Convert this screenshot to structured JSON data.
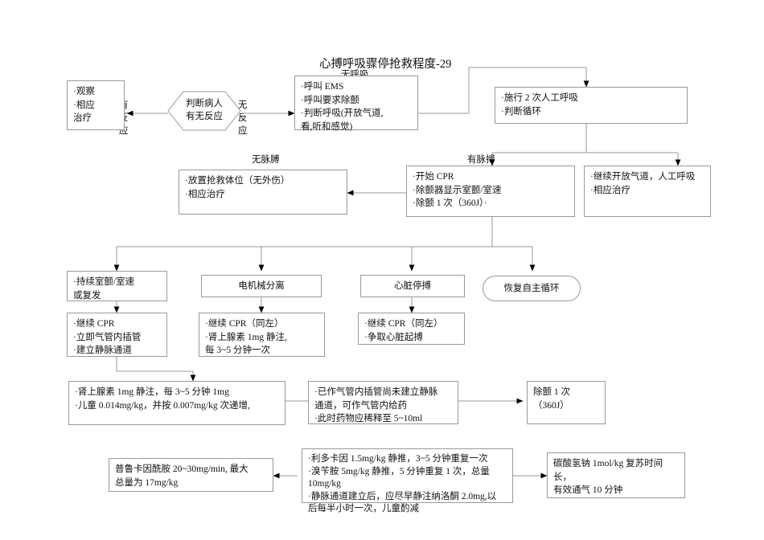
{
  "title": "心搏呼吸骤停抢救程度-29",
  "occluded_labels": {
    "no_breathing": "无呼吸",
    "has_response_left": "有反应",
    "no_response_right": "无反应"
  },
  "edge_labels": {
    "no_pulse": "无脉膊",
    "has_pulse": "有脉搏"
  },
  "nodes": {
    "observe_treat": "·观察\n·相应\n    治疗",
    "assess_response": "判断病人\n有无反应",
    "call_ems": "·呼叫 EMS\n·呼叫要求除颤\n·判断呼吸(开放气道,\n    看,听和感觉)",
    "two_breaths": "·施行 2 次人工呼吸\n·判断循环",
    "rescue_position": "·放置抢救体位（无外伤）\n·相应治疗",
    "start_cpr": "·开始 CPR\n·除颤器显示室颤/室速\n·除颤 1 次（360J）·",
    "continue_airway": "·继续开放气道，人工呼吸\n·相应治疗",
    "persistent_vf": "·持续室颤/室速\n    或复发",
    "emd": "电机械分离",
    "asystole": "心脏停搏",
    "rosc": "恢复自主循环",
    "continue_cpr_intubate": "·继续 CPR\n·立即气管内插管\n·建立静脉通道",
    "emd_treatment": "·继续 CPR（同左）\n·肾上腺素 1mg 静注,\n    每 3~5 分钟一次",
    "asystole_treatment": "·继续 CPR（同左）\n·争取心脏起搏",
    "epinephrine": "·肾上腺素 1mg 静注，每 3~5 分钟 1mg\n·儿童 0.014mg/kg，并按 0.007mg/kg 次递增,",
    "endotracheal_drug": "·已作气管内插管尚未建立静脉\n    通道，可作气管内给药\n·此时药物应稀释至 5~10ml",
    "defibrillate_once": "除颤 1 次\n（360J）",
    "procainamide": "普鲁卡因酰胺 20~30mg/min, 最大\n总量为 17mg/kg",
    "lidocaine_group": "·利多卡因 1.5mg/kg 静推，3~5 分钟重复一次\n·溴苄胺 5mg/kg 静推，5 分钟重复 1 次，总量\n10mg/kg\n·静脉通道建立后，应尽早静注纳洛酮 2.0mg,以\n后每半小时一次，儿童酌减",
    "bicarbonate": "碳酸氢钠 1mol/kg 复苏时间长，\n有效通气 10 分钟"
  },
  "colors": {
    "border": "#9a9a9a",
    "line": "#9a9a9a",
    "arrow": "#000000",
    "text": "#111111",
    "background": "#ffffff"
  }
}
